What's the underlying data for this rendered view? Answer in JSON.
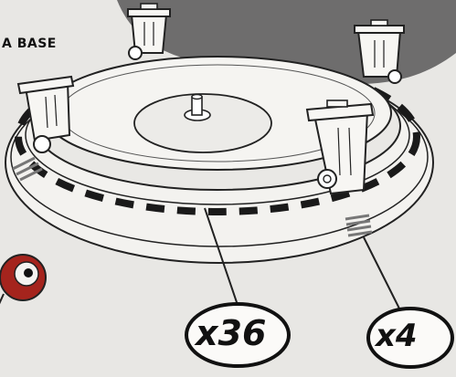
{
  "callout_text": "A BASE",
  "counts": {
    "segments": "x36",
    "bins": "x4"
  },
  "colors": {
    "background": "#e8e7e4",
    "dark_backdrop": "#6e6d6d",
    "line": "#222222",
    "eye": "#a5241d"
  },
  "icons": [
    "trash-bin-icon",
    "eye-icon"
  ]
}
